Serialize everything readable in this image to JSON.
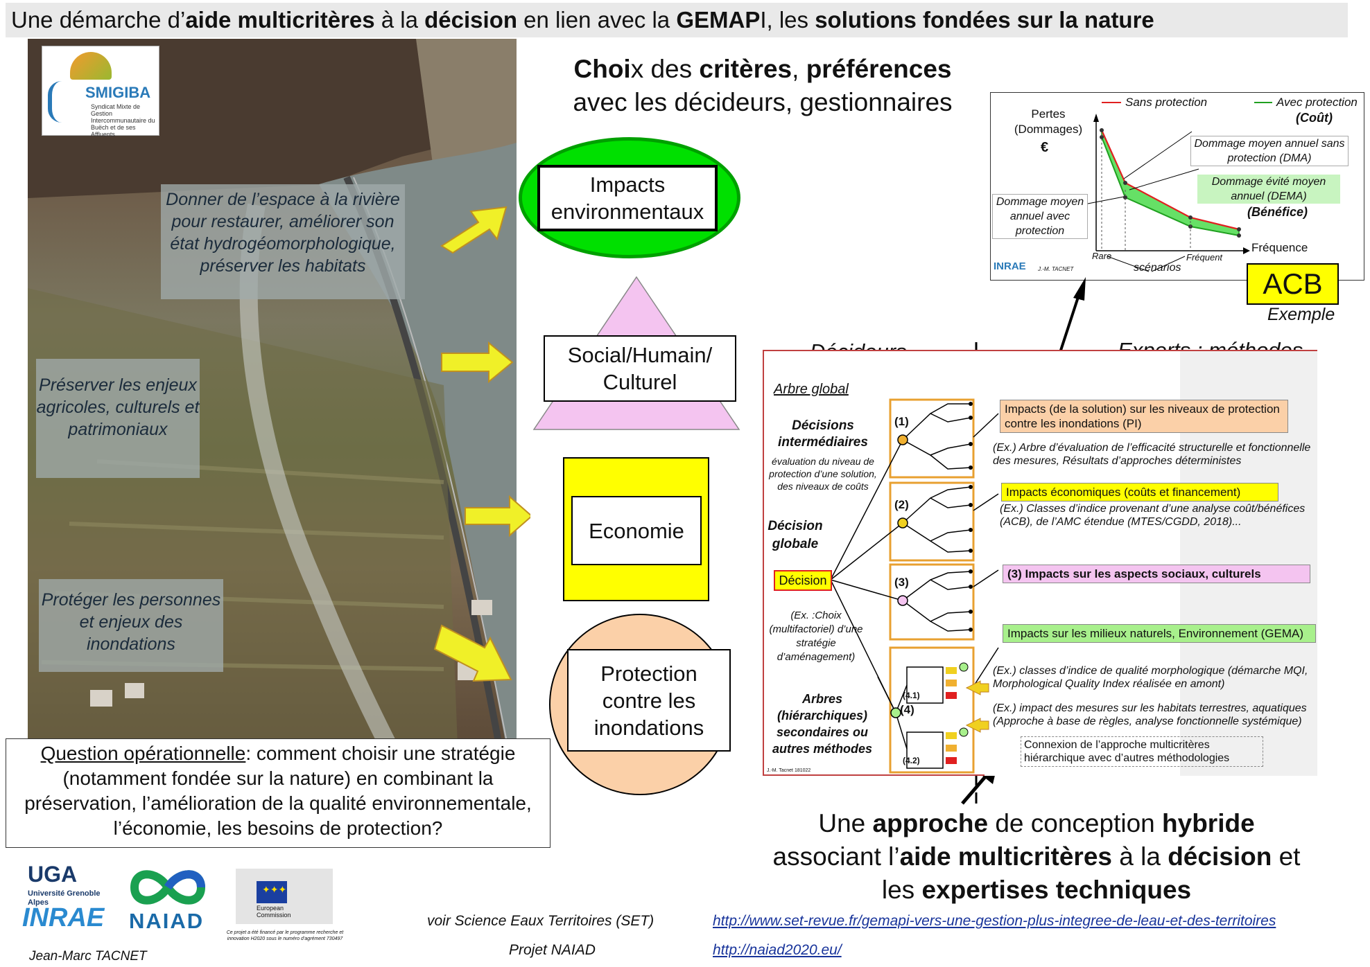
{
  "title": {
    "pre": "Une démarche d’",
    "b1": "aide multicritères",
    "m1": " à la ",
    "b2": "décision",
    "m2": " en lien avec la ",
    "b3": "GEMAP",
    "m3": "I, les ",
    "b4": "solutions fondées sur la nature"
  },
  "logo": {
    "text": "SMIGIBA",
    "sub": "Syndicat Mixte de Gestion Intercommunautaire du Buëch et de ses Affluents"
  },
  "photo_texts": [
    "Donner de l’espace à la rivière pour restaurer, améliorer son état hydrogéomorphologique, préserver les habitats",
    "Préserver les enjeux agricoles, culturels et patrimoniaux",
    "Protéger les personnes et enjeux des inondations"
  ],
  "question": {
    "u": "Question opérationnelle",
    "rest": ":  comment choisir une stratégie (notamment fondée sur la nature) en combinant la préservation, l’amélioration de la qualité environnementale, l’économie, les besoins de protection?"
  },
  "choix": {
    "b1": "Choi",
    "t1": "x des ",
    "b2": "critères",
    "t2": ", ",
    "b3": "préférences",
    "line2": "avec les décideurs, gestionnaires"
  },
  "criteria": [
    "Impacts environmentaux",
    "Social/Humain/ Culturel",
    "Economie",
    "Protection contre les inondations"
  ],
  "acb": {
    "legend1": "Sans protection",
    "legend2": "Avec protection",
    "cout": "(Coût)",
    "ylabel": "Pertes (Dommages)",
    "euro": "€",
    "dma": "Dommage moyen annuel sans protection (DMA)",
    "dema": "Dommage évité moyen annuel (DEMA)",
    "benefice": "(Bénéfice)",
    "avec": "Dommage moyen annuel avec protection",
    "freq": "Fréquence",
    "rare": "Rare",
    "frequent": "Fréquent",
    "scenarios": "scénarios",
    "inrae": "INRAE",
    "author": "J.-M. TACNET",
    "label": "ACB",
    "exemple": "Exemple"
  },
  "decideurs": "Décideurs",
  "experts": "Experts : méthodes, modèles...",
  "arbre": "Arbre global",
  "left_labels": {
    "decisions_int": "Décisions intermédiaires",
    "eval": "évaluation du niveau de protection d’une solution,  des niveaux de coûts",
    "decision_globale": "Décision globale",
    "decision": "Décision",
    "choix_ex": "(Ex. :Choix (multifactoriel) d’une stratégie d’aménagement)",
    "arbres": "Arbres (hiérarchiques) secondaires ou autres méthodes",
    "n1": "(1)",
    "n2": "(2)",
    "n3": "(3)",
    "n4": "(4)",
    "n41": "(4.1)",
    "n42": "(4.2)",
    "stamp": "J.-M. Tacnet 181022"
  },
  "right_boxes": {
    "b1": "Impacts (de la solution) sur les niveaux de protection contre les inondations (PI)",
    "e1": "(Ex.) Arbre d’évaluation de l’efficacité structurelle et fonctionnelle des mesures, Résultats d’approches déterministes",
    "b2": "Impacts économiques (coûts et financement)",
    "e2": "(Ex.) Classes d’indice provenant d’une analyse coût/bénéfices (ACB), de l’AMC étendue (MTES/CGDD, 2018)...",
    "b3": "(3)  Impacts sur les aspects sociaux, culturels",
    "b4": "Impacts sur les milieux naturels, Environnement (GEMA)",
    "e41": "(Ex.)  classes d’indice de qualité morphologique (démarche MQI, Morphological Quality Index réalisée en amont)",
    "e42": "(Ex.) impact des mesures sur les habitats terrestres,  aquatiques (Approche à base de règles, analyse fonctionnelle systémique)",
    "conn": "Connexion de l’approche multicritères hiérarchique avec d’autres méthodologies"
  },
  "bottom": {
    "l1a": "Une ",
    "l1b": "approche",
    "l1c": " de conception ",
    "l1d": "hybride",
    "l2a": "associant l’",
    "l2b": "aide multicritères",
    "l2c": " à la ",
    "l2d": "décision",
    "l2e": " et",
    "l3a": "les ",
    "l3b": "expertises techniques"
  },
  "footer": {
    "uga": "UGA",
    "uga_sub": "Université Grenoble Alpes",
    "inrae": "INRAE",
    "naiad": "NAIAD",
    "ec": "European Commission",
    "funding": "Ce projet a été financé par le programme recherche et innovation H2020 sous le numéro d’agrément 730497",
    "author": "Jean-Marc TACNET",
    "set_label": "voir Science Eaux Territoires (SET)",
    "set_url": "http://www.set-revue.fr/gemapi-vers-une-gestion-plus-integree-de-leau-et-des-territoires",
    "naiad_label": "Projet NAIAD",
    "naiad_url": "http://naiad2020.eu/"
  },
  "colors": {
    "env": "#00e000",
    "social": "#f4c4f0",
    "eco": "#ffff00",
    "protect": "#fbd0a8",
    "arrow": "#f0f028",
    "box1": "#fbd0a8",
    "box2": "#ffff00",
    "box3": "#f4c4f0",
    "box4": "#a8f08c",
    "red": "#e02020",
    "green": "#20a020"
  }
}
